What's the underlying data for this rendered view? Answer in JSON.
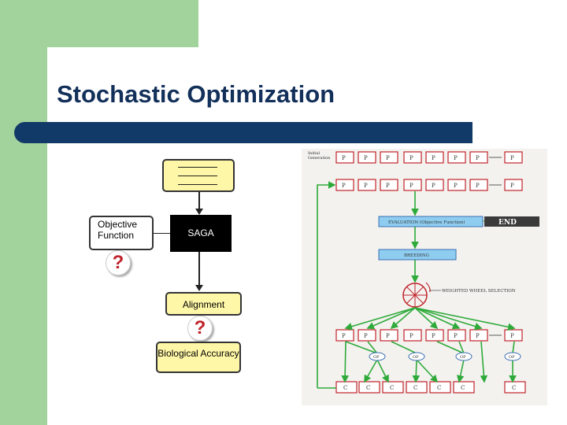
{
  "slide": {
    "title": "Stochastic Optimization"
  },
  "flowchart": {
    "objective_function_label": "Objective Function",
    "saga_label": "SAGA",
    "alignment_label": "Alignment",
    "biological_accuracy_label": "Biological Accuracy",
    "question_mark": "?"
  },
  "figure": {
    "initial_generation_label": "Initial Generation",
    "row1_labels": [
      "P",
      "P",
      "P",
      "P",
      "P",
      "P",
      "P",
      "P"
    ],
    "row2_labels": [
      "P",
      "P",
      "P",
      "P",
      "P",
      "P",
      "P",
      "P"
    ],
    "evaluation_label": "EVALUATION (Objective Function)",
    "end_label": "END",
    "breeding_label": "BREEDING",
    "wheel_label": "WEIGHTED WHEEL SELECTION",
    "row3_labels": [
      "P",
      "P",
      "P",
      "P",
      "P",
      "P",
      "P",
      "P"
    ],
    "op_labels": [
      "OP",
      "OP",
      "OP",
      "OP"
    ],
    "child_labels": [
      "C",
      "C",
      "C",
      "C",
      "C",
      "C",
      "C"
    ]
  },
  "colors": {
    "green_accent": "#a3d39c",
    "title_bar": "#123a68",
    "yellow_box": "#fff7a8",
    "arrow_green": "#2eaa3a",
    "box_red": "#c0232b"
  }
}
